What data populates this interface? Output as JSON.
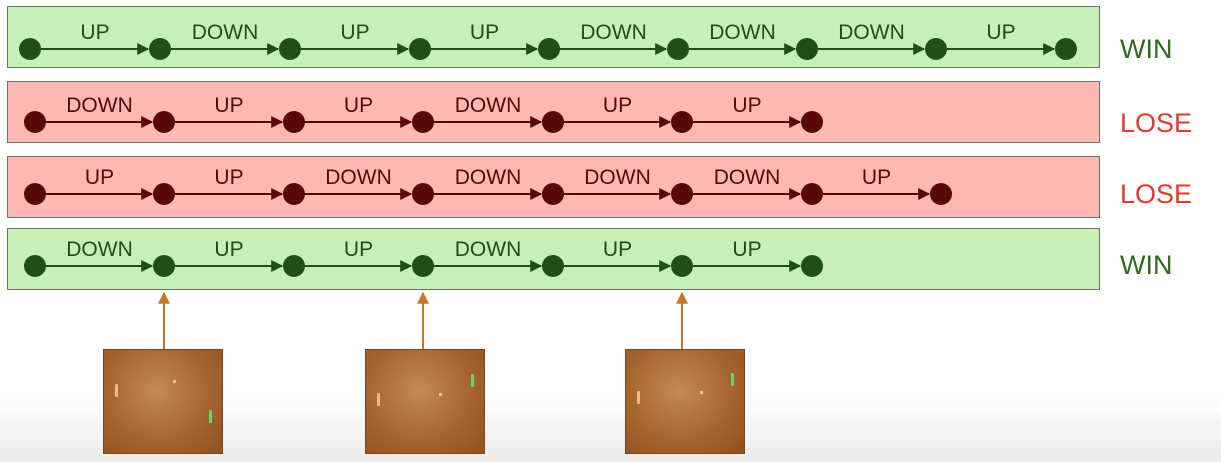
{
  "colors": {
    "win_bg": "#c6f0b4",
    "lose_bg": "#ffb9b3",
    "win_node": "#1f5012",
    "lose_node": "#5a0707",
    "win_text": "#2f6a1c",
    "lose_text": "#e03a30",
    "frame_arrow": "#c4762c"
  },
  "episodes": [
    {
      "outcome": "WIN",
      "actions": [
        "UP",
        "DOWN",
        "UP",
        "UP",
        "DOWN",
        "DOWN",
        "DOWN",
        "UP"
      ]
    },
    {
      "outcome": "LOSE",
      "actions": [
        "DOWN",
        "UP",
        "UP",
        "DOWN",
        "UP",
        "UP"
      ]
    },
    {
      "outcome": "LOSE",
      "actions": [
        "UP",
        "UP",
        "DOWN",
        "DOWN",
        "DOWN",
        "DOWN",
        "UP"
      ]
    },
    {
      "outcome": "WIN",
      "actions": [
        "DOWN",
        "UP",
        "UP",
        "DOWN",
        "UP",
        "UP"
      ]
    }
  ],
  "frames": [
    {
      "name": "game-frame-1",
      "icon": "pong-frame-icon"
    },
    {
      "name": "game-frame-2",
      "icon": "pong-frame-icon"
    },
    {
      "name": "game-frame-3",
      "icon": "pong-frame-icon"
    }
  ]
}
